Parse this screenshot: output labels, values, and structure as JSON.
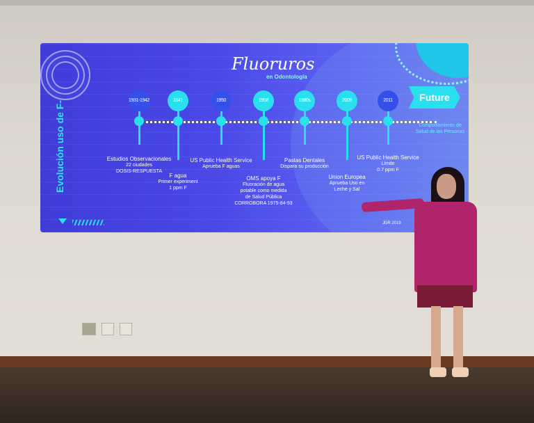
{
  "slide": {
    "title": "Fluoruros",
    "subtitle": "en Odontología",
    "side_title": "Evolución uso de F-",
    "milestones": [
      {
        "year": "1931-1942",
        "heading": "Estudios Observacionales",
        "lines": [
          "22 ciudades",
          "DOSIS-RESPUESTA"
        ]
      },
      {
        "year": "1941",
        "heading": "F agua",
        "lines": [
          "Primer experiment",
          "1 ppm F"
        ]
      },
      {
        "year": "1950",
        "heading": "US Public Health Service",
        "lines": [
          "Aprueba F aguas"
        ]
      },
      {
        "year": "1958",
        "heading": "OMS apoya F",
        "lines": [
          "Fluoración de agua",
          "potable como medida",
          "de Salud Pública",
          "CORROBORA 1975-84-93"
        ]
      },
      {
        "year": "1980s",
        "heading": "Pastas Dentales",
        "lines": [
          "Dispara su producción"
        ]
      },
      {
        "year": "2009",
        "heading": "Union Europea",
        "lines": [
          "Aprueba Uso en",
          "Leche y Sal"
        ]
      },
      {
        "year": "2011",
        "heading": "US Public Health Service",
        "lines": [
          "Límite",
          "0.7 ppm F"
        ]
      }
    ],
    "future_label": "Future",
    "future_note": [
      "Comportamiento de",
      "Salud de las Personas"
    ],
    "credit": "JDR 2019"
  }
}
